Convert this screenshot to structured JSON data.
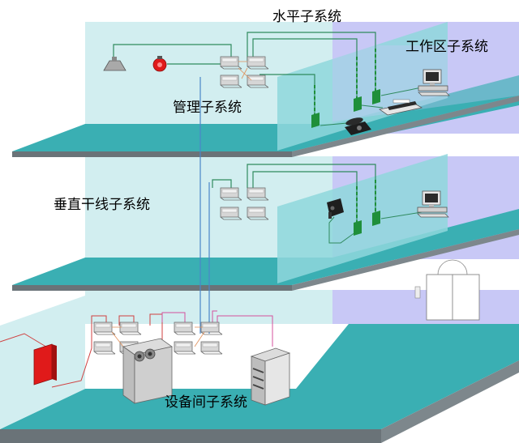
{
  "labels": {
    "horizontal": "水平子系统",
    "work_area": "工作区子系统",
    "admin": "管理子系统",
    "backbone": "垂直干线子系统",
    "equipment_room": "设备间子系统"
  },
  "colors": {
    "floor": "#3aafb3",
    "floor_edge": "#6a7378",
    "left_wall": "#d2eef0",
    "right_wall": "#c8c8f6",
    "partition": "#8fd7dc",
    "cable_green": "#2f8a5e",
    "cable_blue": "#4a86c8",
    "cable_red": "#d04040",
    "cable_pink": "#d4509c",
    "fire_alarm": "#e01a1a",
    "module_green": "#1f8f3a"
  },
  "icons": {
    "ceiling_light": "ceiling-light-icon",
    "alarm_bell": "alarm-bell-icon",
    "patch_panel": "patch-panel-icon",
    "wall_outlet": "wall-outlet-icon",
    "telephone": "telephone-icon",
    "fax": "fax-machine-icon",
    "computer": "computer-icon",
    "camera": "security-camera-icon",
    "door": "door-icon",
    "fire_panel": "fire-alarm-panel-icon",
    "pbx": "pbx-switch-icon",
    "server": "server-rack-icon"
  }
}
